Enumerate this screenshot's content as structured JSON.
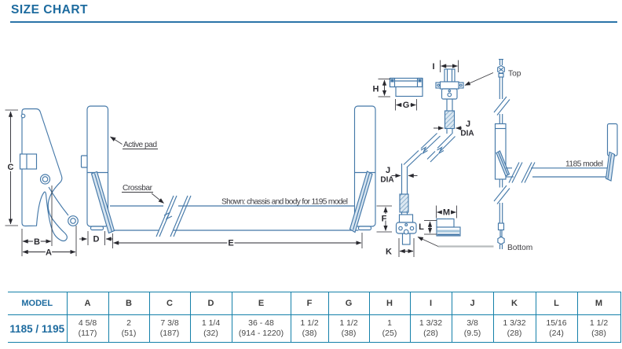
{
  "page": {
    "title": "SIZE CHART"
  },
  "diagram": {
    "annotations": {
      "active_pad": "Active pad",
      "crossbar": "Crossbar",
      "shown_note": "Shown: chassis and body for 1195 model",
      "model_1185": "1185 model",
      "top": "Top",
      "bottom": "Bottom",
      "dia": "DIA"
    },
    "dims": {
      "a": "A",
      "b": "B",
      "c": "C",
      "d": "D",
      "e": "E",
      "f": "F",
      "g": "G",
      "h": "H",
      "i": "I",
      "j": "J",
      "k": "K",
      "l": "L",
      "m": "M"
    }
  },
  "table": {
    "model_header": "MODEL",
    "headers": [
      "A",
      "B",
      "C",
      "D",
      "E",
      "F",
      "G",
      "H",
      "I",
      "J",
      "K",
      "L",
      "M"
    ],
    "row": {
      "model": "1185 / 1195",
      "cells": [
        {
          "size": "4 5/8",
          "mm": "(117)"
        },
        {
          "size": "2",
          "mm": "(51)"
        },
        {
          "size": "7 3/8",
          "mm": "(187)"
        },
        {
          "size": "1 1/4",
          "mm": "(32)"
        },
        {
          "size": "36 - 48",
          "mm": "(914 - 1220)"
        },
        {
          "size": "1 1/2",
          "mm": "(38)"
        },
        {
          "size": "1 1/2",
          "mm": "(38)"
        },
        {
          "size": "1",
          "mm": "(25)"
        },
        {
          "size": "1 3/32",
          "mm": "(28)"
        },
        {
          "size": "3/8",
          "mm": "(9.5)"
        },
        {
          "size": "1 3/32",
          "mm": "(28)"
        },
        {
          "size": "15/16",
          "mm": "(24)"
        },
        {
          "size": "1 1/2",
          "mm": "(38)"
        }
      ]
    }
  }
}
